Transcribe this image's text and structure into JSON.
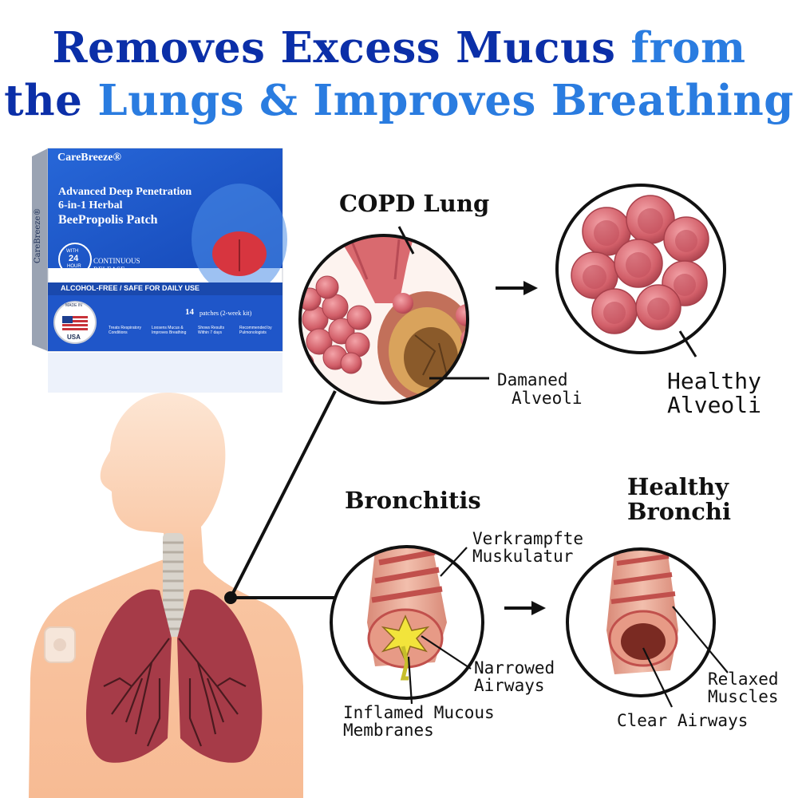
{
  "headline": {
    "line1_a": "Removes Excess Mucus",
    "line1_b": " from",
    "line2_a": "the",
    "line2_b": " Lungs & Improves Breathing"
  },
  "product": {
    "brand": "CareBreeze®",
    "side_brand": "CareBreeze®",
    "title_line1": "Advanced Deep Penetration",
    "title_line2": "6-in-1 Herbal",
    "title_line3": "BeePropolis Patch",
    "with": "WITH",
    "hours": "24",
    "hour": "HOUR",
    "release_line1": "CONTINUOUS",
    "release_line2": "RELEASE",
    "alcohol_free": "ALCOHOL-FREE / SAFE FOR DAILY USE",
    "made_in": "MADE IN",
    "usa": "USA",
    "patch_count": "14",
    "patch_text": "patches (2-week kit)",
    "features": [
      "Treats Respiratory Conditions",
      "Loosens Mucus & Improves Breathing",
      "Shows Results Within 7 days",
      "Recommended by Pulmonologists"
    ]
  },
  "labels": {
    "copd_lung": "COPD Lung",
    "damaged_alveoli_1": "Damaned",
    "damaged_alveoli_2": "Alveoli",
    "healthy_alveoli_1": "Healthy",
    "healthy_alveoli_2": "Alveoli",
    "bronchitis": "Bronchitis",
    "healthy_bronchi_1": "Healthy",
    "healthy_bronchi_2": "Bronchi",
    "cramped_1": "Verkrampfte",
    "cramped_2": "Muskulatur",
    "narrowed_1": "Narrowed",
    "narrowed_2": "Airways",
    "inflamed_1": "Inflamed Mucous",
    "inflamed_2": "Membranes",
    "relaxed_1": "Relaxed",
    "relaxed_2": "Muscles",
    "clear_airways": "Clear Airways"
  },
  "colors": {
    "headline_blue": "#1a4fc4",
    "box_blue": "#1f56c9",
    "skin": "#f9c9a6",
    "lung": "#a83e4a",
    "alveoli_pink": "#d86a72",
    "bronchi": "#e7a48f"
  }
}
